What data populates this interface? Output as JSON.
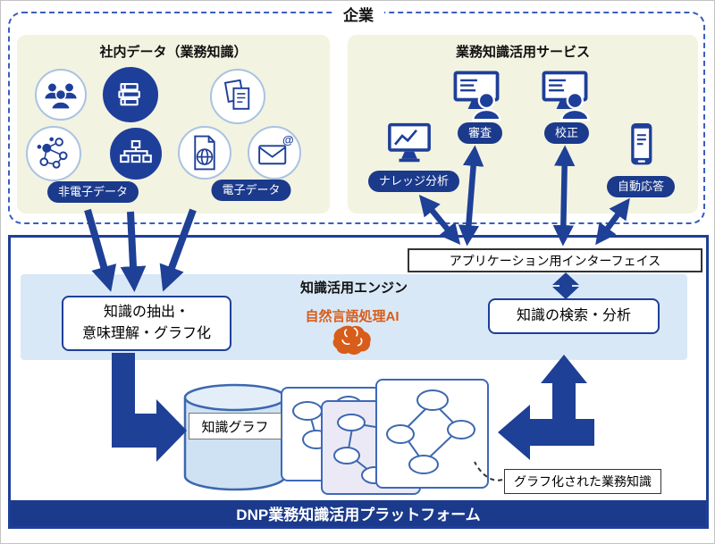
{
  "colors": {
    "primary_blue": "#1e3f99",
    "arrow_blue": "#1e4096",
    "pill_blue": "#1b3a8c",
    "accent_orange": "#d85c1a",
    "panel_cream": "#f3f3e1",
    "engine_blue": "#d9e8f6"
  },
  "enterprise": {
    "label": "企業",
    "internal_data": {
      "title": "社内データ（業務知識）",
      "icons": [
        "people-group-icon",
        "books-icon",
        "documents-icon",
        "network-graph-icon",
        "org-chart-icon",
        "globe-document-icon",
        "envelope-icon"
      ],
      "non_electronic_label": "非電子データ",
      "electronic_label": "電子データ"
    },
    "services": {
      "title": "業務知識活用サービス",
      "icons": [
        "monitor-chart-icon",
        "monitor-user-icon",
        "monitor-user-icon",
        "smartphone-icon"
      ],
      "knowledge_analysis_label": "ナレッジ分析",
      "review_label": "審査",
      "proofread_label": "校正",
      "auto_response_label": "自動応答"
    }
  },
  "platform": {
    "interface_label": "アプリケーション用インターフェイス",
    "engine": {
      "title": "知識活用エンジン",
      "extraction_line1": "知識の抽出・",
      "extraction_line2": "意味理解・グラフ化",
      "nlp_label": "自然言語処理AI",
      "nlp_icon": "brain-icon",
      "search_label": "知識の検索・分析"
    },
    "knowledge_graph_label": "知識グラフ",
    "graphed_knowledge_label": "グラフ化された業務知識",
    "bar_label": "DNP業務知識活用プラットフォーム"
  }
}
